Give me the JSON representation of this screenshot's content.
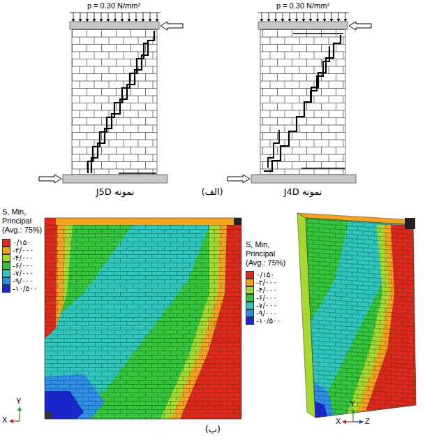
{
  "diagram": {
    "labels": [
      "p = 0.30 N/mm²",
      "p = 0.30 N/mm²",
      "نمونه J5D",
      "(الف)",
      "نمونه J4D",
      "S, Min, Principal (Avg.: 75%)",
      "X",
      "Y",
      "S, Min, Principal (Avg.: 75%)",
      "Y",
      "X",
      "Z",
      "(ب)"
    ],
    "legend": [
      {
        "text": "۰/۱۵۰",
        "color": "#e3261c"
      },
      {
        "text": "-۲/۰۰۰",
        "color": "#f5a31a"
      },
      {
        "text": "-۴/۰۰۰",
        "color": "#a6d92e"
      },
      {
        "text": "-۶/۰۰۰",
        "color": "#35c43a"
      },
      {
        "text": "-۷/۰۰۰",
        "color": "#2fc6c0"
      },
      {
        "text": "-۹/۰۰۰",
        "color": "#2f8fe8"
      },
      {
        "text": "-۱۰/۵۰۰",
        "color": "#1c24d8"
      },
      {
        "text": "۰/۱۵۰",
        "color": "#e3261c"
      },
      {
        "text": "-۲/۰۰۰",
        "color": "#f5a31a"
      },
      {
        "text": "-۴/۰۰۰",
        "color": "#a6d92e"
      },
      {
        "text": "-۶/۰۰۰",
        "color": "#35c43a"
      },
      {
        "text": "-۷/۰۰۰",
        "color": "#2fc6c0"
      },
      {
        "text": "-۹/۰۰۰",
        "color": "#2f8fe8"
      },
      {
        "text": "-۱۰/۵۰۰",
        "color": "#1c24d8"
      }
    ]
  }
}
